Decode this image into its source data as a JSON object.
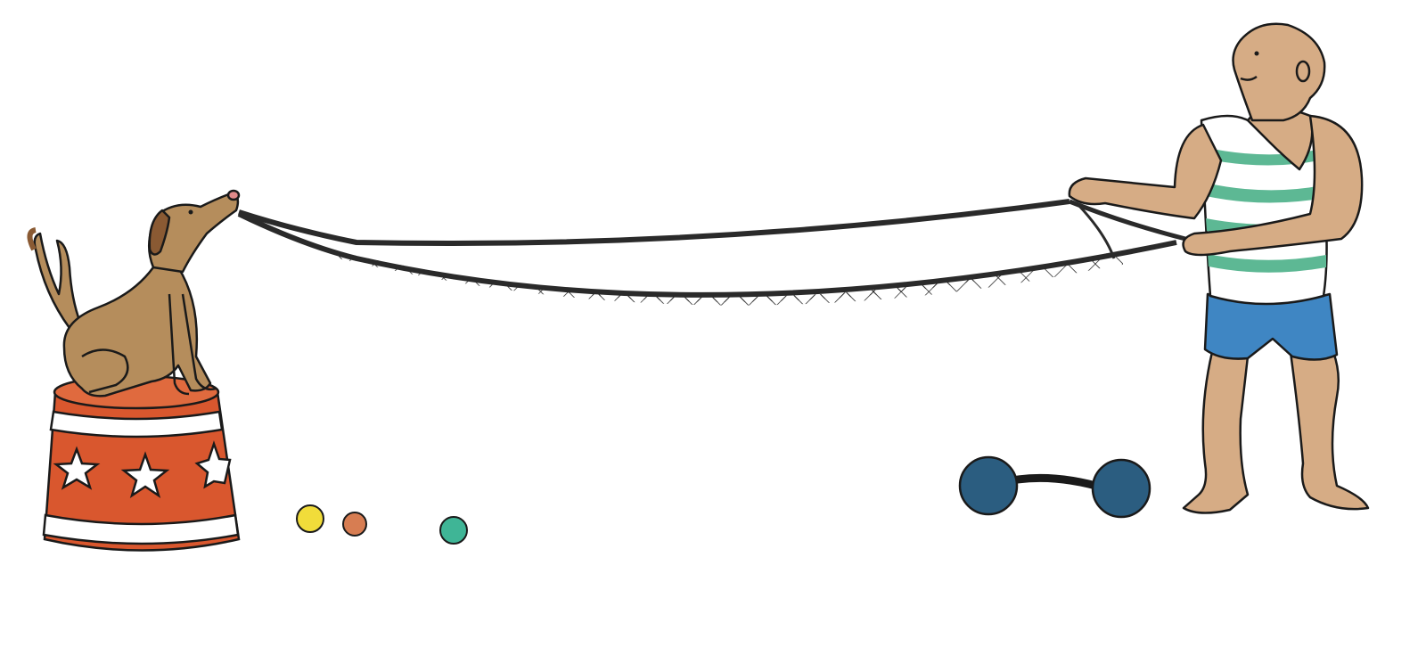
{
  "scene": {
    "background": "#ffffff",
    "ink": "#1a1a1a",
    "colors": {
      "dog_fur": "#b58d5c",
      "dog_ear": "#8a5a33",
      "pedestal_red": "#d9572e",
      "pedestal_stripe": "#ffffff",
      "skin": "#d6ac85",
      "tank_stripe": "#5db894",
      "shorts": "#3f86c3",
      "dumbbell": "#2b5d80",
      "ball_yellow": "#f1dc3a",
      "ball_orange": "#d77d52",
      "ball_teal": "#3fb596"
    },
    "elements": {
      "dog": "dog",
      "pedestal": "circus-pedestal",
      "net": "net",
      "strongman": "strongman",
      "dumbbell": "dumbbell",
      "balls": [
        "ball-yellow",
        "ball-orange",
        "ball-teal"
      ]
    }
  }
}
